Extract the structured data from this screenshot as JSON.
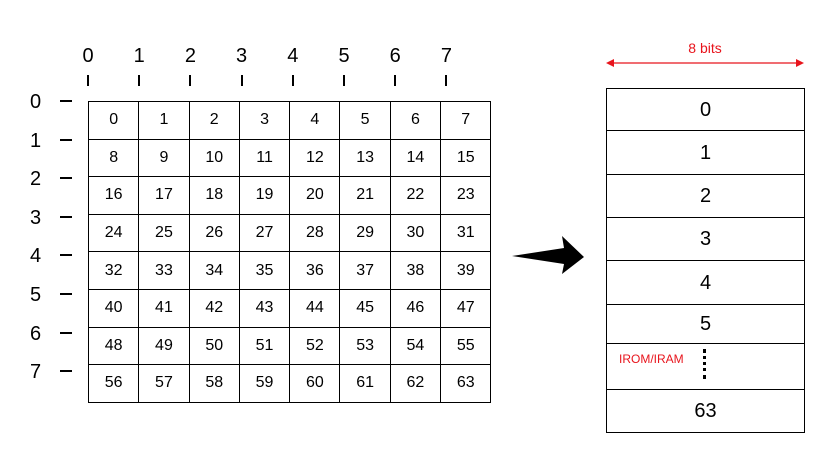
{
  "column_indices": [
    "0",
    "1",
    "2",
    "3",
    "4",
    "5",
    "6",
    "7"
  ],
  "row_indices": [
    "0",
    "1",
    "2",
    "3",
    "4",
    "5",
    "6",
    "7"
  ],
  "grid": [
    [
      "0",
      "1",
      "2",
      "3",
      "4",
      "5",
      "6",
      "7"
    ],
    [
      "8",
      "9",
      "10",
      "11",
      "12",
      "13",
      "14",
      "15"
    ],
    [
      "16",
      "17",
      "18",
      "19",
      "20",
      "21",
      "22",
      "23"
    ],
    [
      "24",
      "25",
      "26",
      "27",
      "28",
      "29",
      "30",
      "31"
    ],
    [
      "32",
      "33",
      "34",
      "35",
      "36",
      "37",
      "38",
      "39"
    ],
    [
      "40",
      "41",
      "42",
      "43",
      "44",
      "45",
      "46",
      "47"
    ],
    [
      "48",
      "49",
      "50",
      "51",
      "52",
      "53",
      "54",
      "55"
    ],
    [
      "56",
      "57",
      "58",
      "59",
      "60",
      "61",
      "62",
      "63"
    ]
  ],
  "memory": {
    "width_label": "8 bits",
    "cells": [
      "0",
      "1",
      "2",
      "3",
      "4",
      "5",
      "",
      "63"
    ],
    "note": "IROM/IRAM"
  },
  "colors": {
    "accent": "#e8141c",
    "line": "#000000"
  }
}
